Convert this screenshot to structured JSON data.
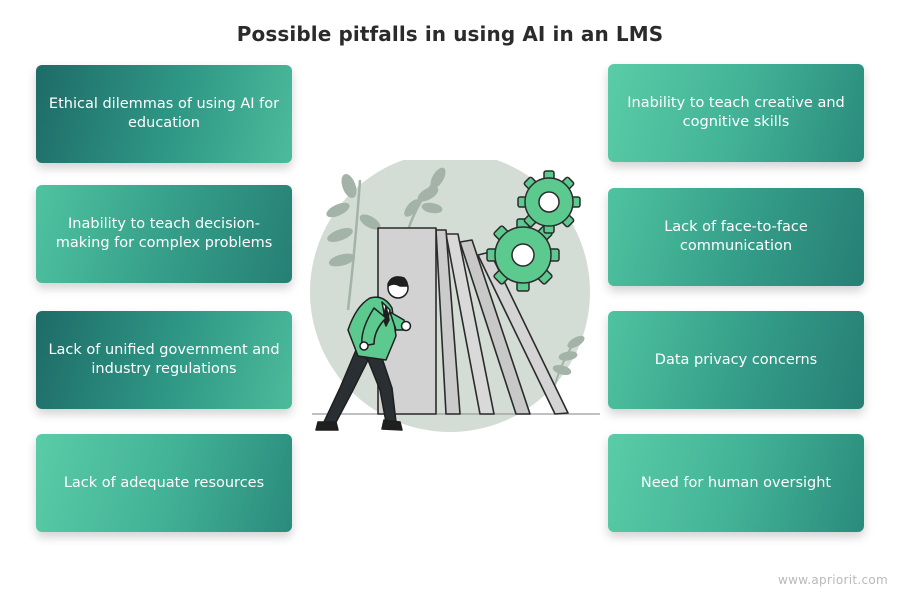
{
  "title": "Possible pitfalls in using AI in an LMS",
  "left_items": [
    {
      "label": "Ethical dilemmas of using AI for education"
    },
    {
      "label": "Inability to teach decision-making for complex problems"
    },
    {
      "label": "Lack of unified government and industry regulations"
    },
    {
      "label": "Lack of adequate resources"
    }
  ],
  "right_items": [
    {
      "label": "Inability to teach creative and cognitive skills"
    },
    {
      "label": "Lack of face-to-face communication"
    },
    {
      "label": "Data privacy concerns"
    },
    {
      "label": "Need for human oversight"
    }
  ],
  "watermark": "www.apriorit.com",
  "colors": {
    "teal_dark": "#1e6b67",
    "teal_mid": "#349c88",
    "teal_light": "#4fc3a0",
    "gear": "#5cc98f",
    "circle_bg": "#d3ddd5",
    "leaf": "#a4b3a8"
  }
}
